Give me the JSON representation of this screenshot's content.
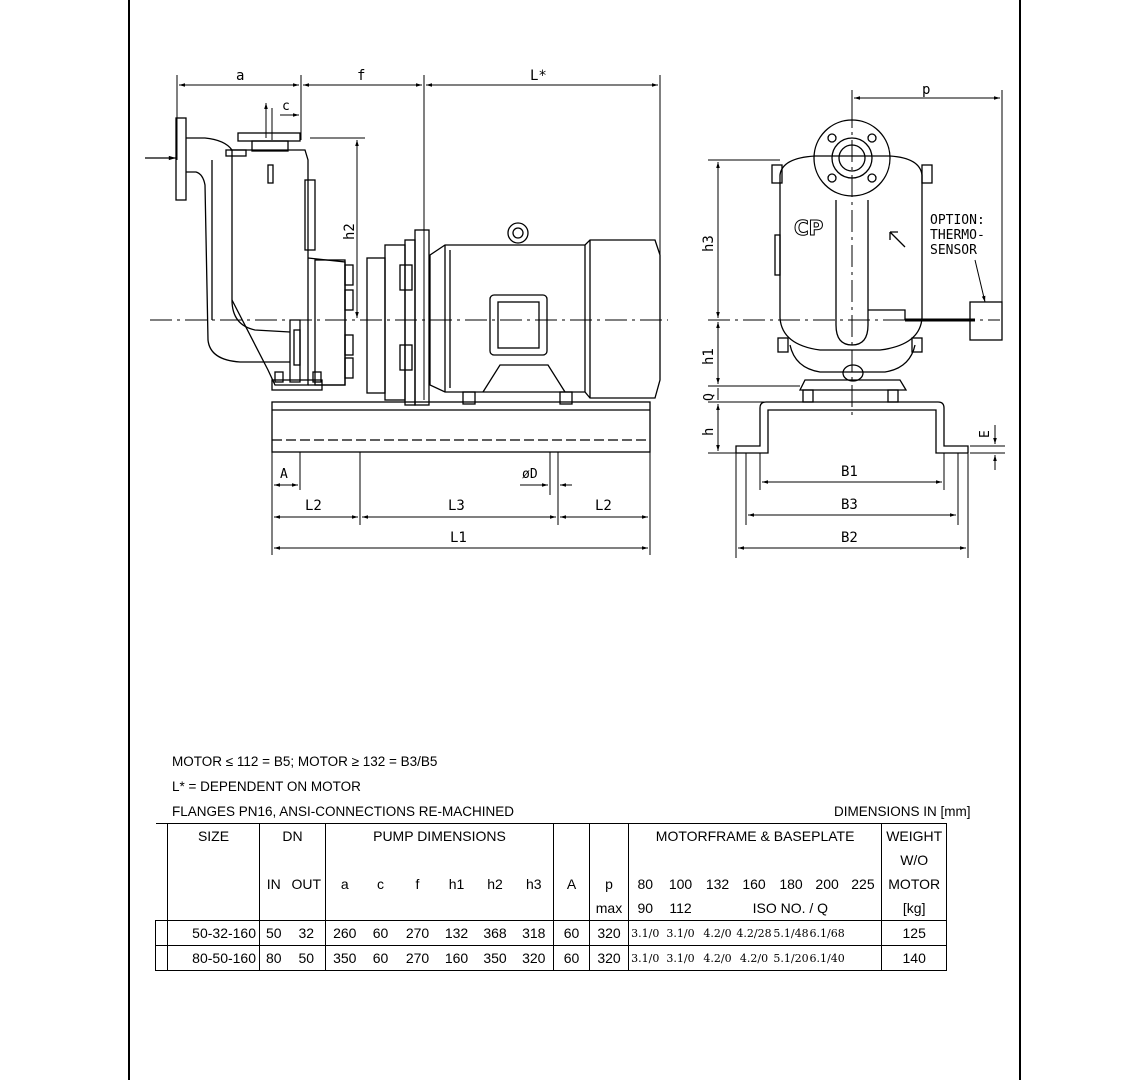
{
  "drawing": {
    "side_labels": {
      "a": "a",
      "f": "f",
      "lstar": "L*",
      "c": "c",
      "h2": "h2",
      "A": "A",
      "D": "øD",
      "L2_left": "L2",
      "L3": "L3",
      "L2_right": "L2",
      "L1": "L1"
    },
    "end_labels": {
      "p": "p",
      "h3": "h3",
      "h1": "h1",
      "Q": "Q",
      "h": "h",
      "E": "E",
      "B1": "B1",
      "B3": "B3",
      "B2": "B2",
      "logo": "CP"
    },
    "option_lines": [
      "OPTION:",
      "THERMO-",
      "SENSOR"
    ]
  },
  "notes": {
    "line1": "MOTOR ≤ 112 = B5; MOTOR ≥ 132 = B3/B5",
    "line2": "L* = DEPENDENT ON MOTOR",
    "line3": "FLANGES PN16, ANSI-CONNECTIONS RE-MACHINED",
    "units": "DIMENSIONS IN [mm]"
  },
  "table": {
    "h_size": "SIZE",
    "h_dn": "DN",
    "h_pump": "PUMP DIMENSIONS",
    "h_motor": "MOTORFRAME & BASEPLATE",
    "h_weight": [
      "WEIGHT",
      "W/O",
      "MOTOR",
      "[kg]"
    ],
    "sub": {
      "in": "IN",
      "out": "OUT",
      "a": "a",
      "c": "c",
      "f": "f",
      "h1": "h1",
      "h2": "h2",
      "h3": "h3",
      "A": "A",
      "p": "p",
      "max": "max"
    },
    "frames_top": [
      "80",
      "100",
      "132",
      "160",
      "180",
      "200",
      "225"
    ],
    "frames_bottom": [
      "90",
      "112"
    ],
    "iso": "ISO NO. / Q",
    "rows": [
      {
        "size": "50-32-160",
        "in": "50",
        "out": "32",
        "a": "260",
        "c": "60",
        "f": "270",
        "h1": "132",
        "h2": "368",
        "h3": "318",
        "A": "60",
        "p": "320",
        "m80": "3.1/0",
        "m100": "3.1/0",
        "m132": "4.2/0",
        "m160": "4.2/28",
        "m180": "5.1/48",
        "m200": "6.1/68",
        "weight": "125"
      },
      {
        "size": "80-50-160",
        "in": "80",
        "out": "50",
        "a": "350",
        "c": "60",
        "f": "270",
        "h1": "160",
        "h2": "350",
        "h3": "320",
        "A": "60",
        "p": "320",
        "m80": "3.1/0",
        "m100": "3.1/0",
        "m132": "4.2/0",
        "m160": "4.2/0",
        "m180": "5.1/20",
        "m200": "6.1/40",
        "weight": "140"
      }
    ]
  }
}
